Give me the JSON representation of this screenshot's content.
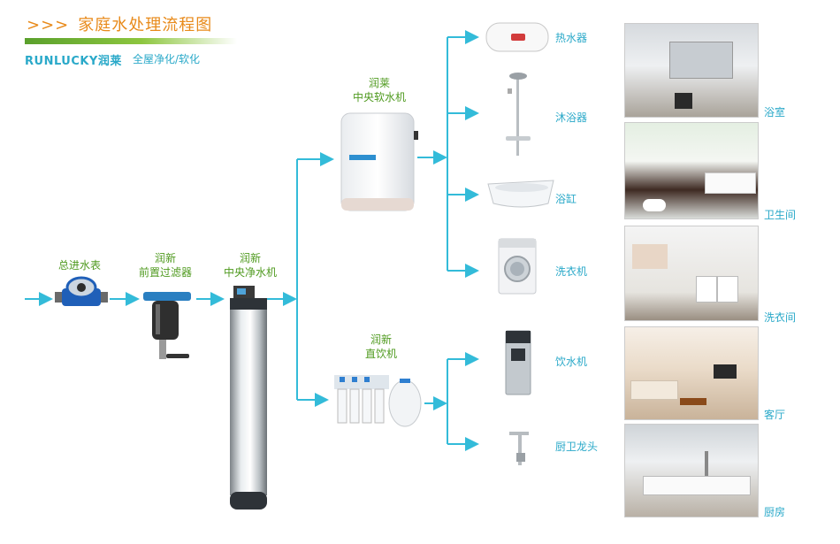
{
  "header": {
    "arrows": ">>>",
    "title": "家庭水处理流程图",
    "brand": "RUNLUCKY润莱",
    "tagline": "全屋净化/软化"
  },
  "stages": {
    "meter": "总进水表",
    "prefilter": [
      "润新",
      "前置过滤器"
    ],
    "purifier": [
      "润新",
      "中央净水机"
    ],
    "softener": [
      "润莱",
      "中央软水机"
    ],
    "direct": [
      "润新",
      "直饮机"
    ]
  },
  "appliances": [
    "热水器",
    "沐浴器",
    "浴缸",
    "洗衣机",
    "饮水机",
    "厨卫龙头"
  ],
  "rooms": [
    "浴室",
    "卫生间",
    "洗衣间",
    "客厅",
    "厨房"
  ],
  "colors": {
    "arrow": "#33bbd9",
    "green_text": "#4f9a1f",
    "teal_text": "#2aa9c9",
    "title": "#e88a1a"
  }
}
